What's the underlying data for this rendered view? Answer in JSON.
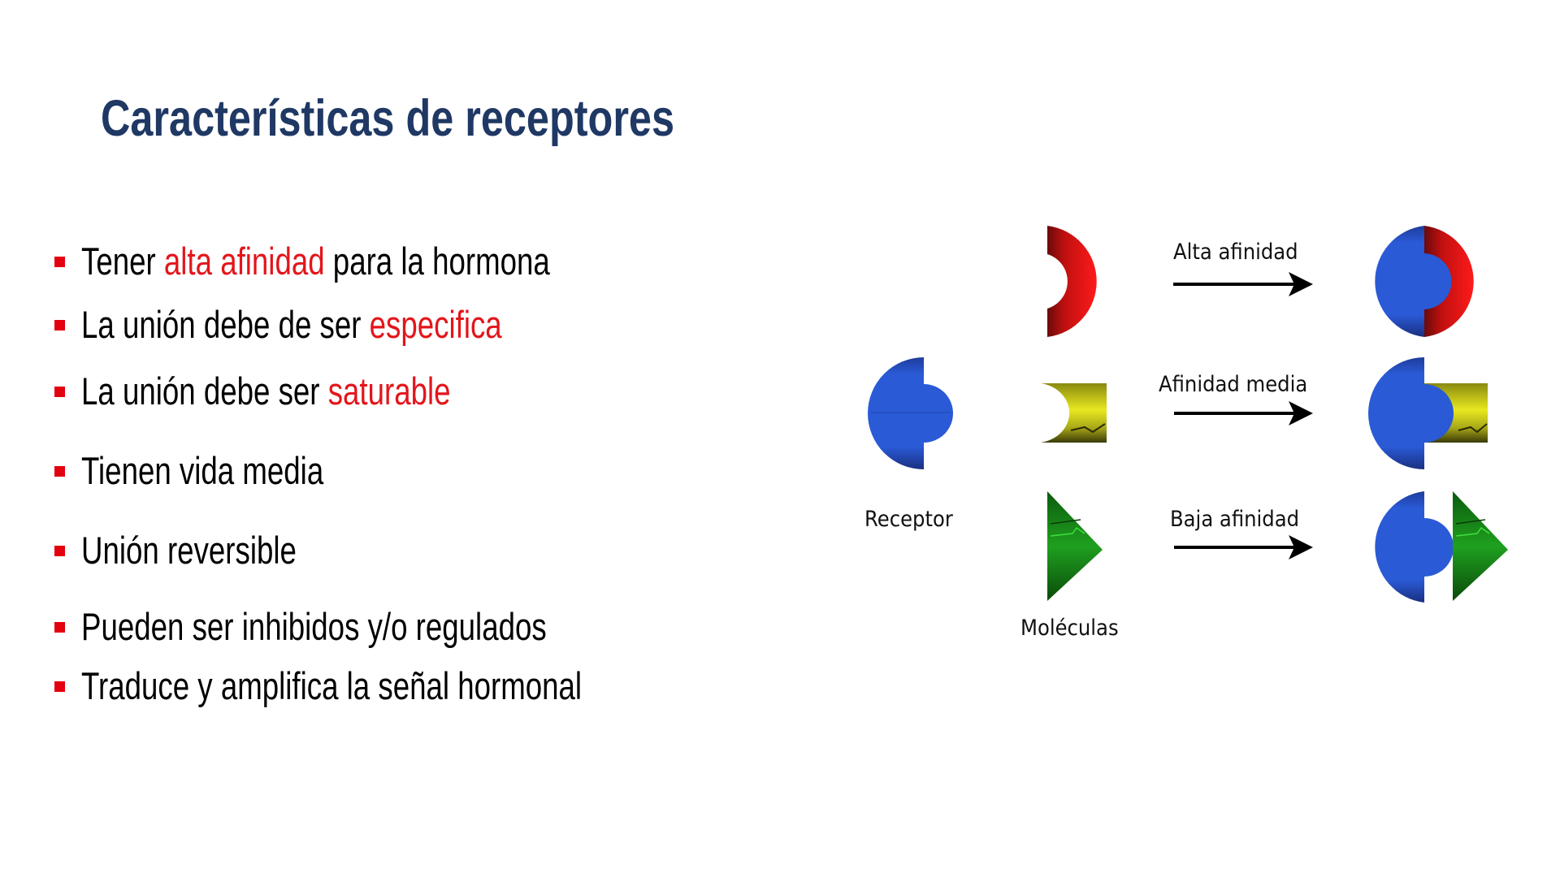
{
  "slide": {
    "title": "Características de receptores",
    "title_color": "#1f3864",
    "bullet_color": "#e3000f",
    "highlight_color": "#e3151b",
    "bullets": [
      {
        "pre": "Tener  ",
        "highlight": "alta afinidad",
        "post": " para la hormona"
      },
      {
        "pre": "La unión debe de ser ",
        "highlight": "especifica",
        "post": ""
      },
      {
        "pre": "La unión debe ser ",
        "highlight": "saturable",
        "post": ""
      },
      {
        "pre": "Tienen vida media",
        "highlight": "",
        "post": ""
      },
      {
        "pre": "Unión reversible",
        "highlight": "",
        "post": ""
      },
      {
        "pre": "Pueden ser inhibidos y/o regulados",
        "highlight": "",
        "post": ""
      },
      {
        "pre": "Traduce y amplifica la señal hormonal",
        "highlight": "",
        "post": ""
      }
    ]
  },
  "diagram": {
    "receptor_label": "Receptor",
    "molecules_label": "Moléculas",
    "rows": [
      {
        "affinity_label": "Alta afinidad",
        "molecule_shape": "red-half-ring",
        "molecule_color": "#e01010"
      },
      {
        "affinity_label": "Afinidad media",
        "molecule_shape": "yellow-concave-block",
        "molecule_color": "#c8c800"
      },
      {
        "affinity_label": "Baja afinidad",
        "molecule_shape": "green-triangle",
        "molecule_color": "#1a9a1a"
      }
    ],
    "receptor_color": "#2a5bd8"
  }
}
